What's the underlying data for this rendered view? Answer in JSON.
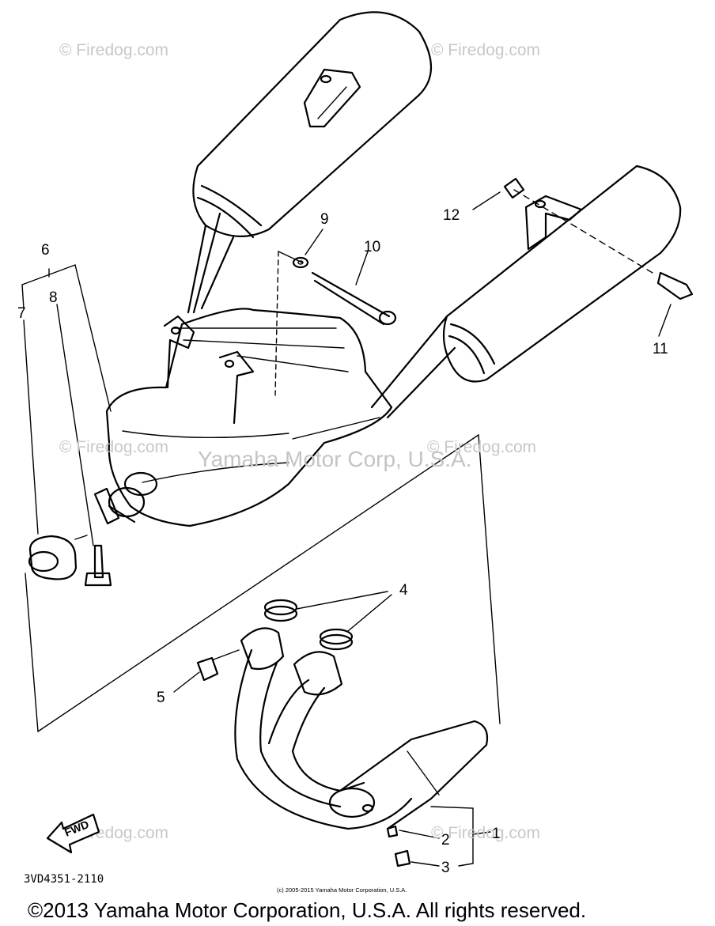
{
  "watermarks": {
    "top_left": "© Firedog.com",
    "top_right": "© Firedog.com",
    "mid_left": "© Firedog.com",
    "mid_right": "© Firedog.com",
    "bottom_left": "© Firedog.com",
    "bottom_right": "© Firedog.com",
    "center_text": "Yamaha Motor Corp, U.S.A."
  },
  "callouts": [
    "1",
    "2",
    "3",
    "4",
    "5",
    "6",
    "7",
    "8",
    "9",
    "10",
    "11",
    "12"
  ],
  "direction_label": "FWD",
  "diagram_code": "3VD4351-2110",
  "small_copyright": "(c) 2005-2015 Yamaha Motor Corporation, U.S.A.",
  "footer_copyright": "©2013 Yamaha Motor Corporation, U.S.A. All rights reserved."
}
